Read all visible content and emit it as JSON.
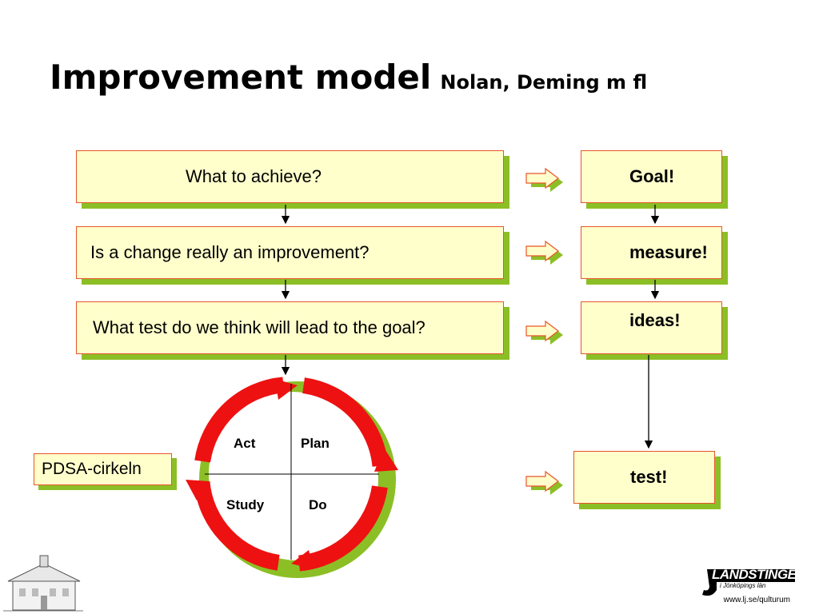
{
  "title": {
    "main": "Improvement model",
    "sub": "Nolan, Deming m fl"
  },
  "questions": {
    "q1": "What to achieve?",
    "q2": "Is a change really an improvement?",
    "q3": "What test do we think will lead to the goal?"
  },
  "answers": {
    "a1": "Goal!",
    "a2": "measure!",
    "a3": "ideas!",
    "a4": "test!"
  },
  "pdsa": {
    "label": "PDSA-cirkeln",
    "act": "Act",
    "plan": "Plan",
    "study": "Study",
    "do": "Do"
  },
  "logo": {
    "name": "LANDSTINGET",
    "sub": "i Jönköpings län",
    "icon": "house-building-icon"
  },
  "footer": {
    "url": "www.lj.se/qulturum"
  },
  "colors": {
    "box_fill": "#ffffcc",
    "box_border": "#e8542a",
    "shadow": "#8cbf26",
    "cycle_red": "#ee1111"
  }
}
